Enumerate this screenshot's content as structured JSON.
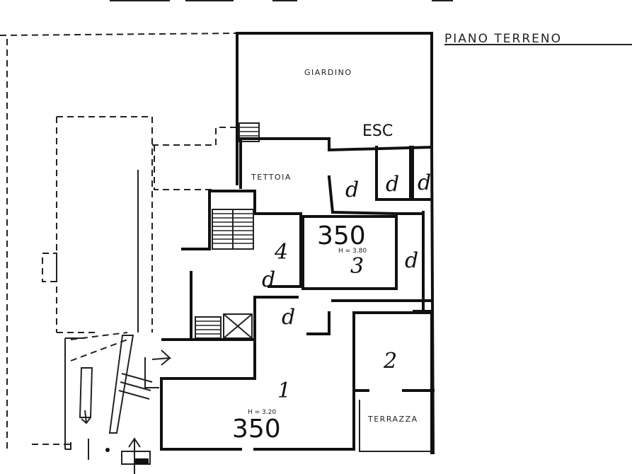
{
  "plan": {
    "title": "PIANO TERRENO",
    "labels": {
      "giardino": "GIARDINO",
      "tettoia": "TETTOIA",
      "terrazza": "TERRAZZA",
      "esc": "ESC"
    },
    "rooms": [
      {
        "number": "1",
        "area": "350",
        "height": "H = 3.20"
      },
      {
        "number": "2"
      },
      {
        "number": "3",
        "area": "350",
        "height": "H = 3.80"
      },
      {
        "number": "4"
      }
    ],
    "door_marks": [
      "d",
      "d",
      "d",
      "d",
      "d",
      "d"
    ]
  }
}
